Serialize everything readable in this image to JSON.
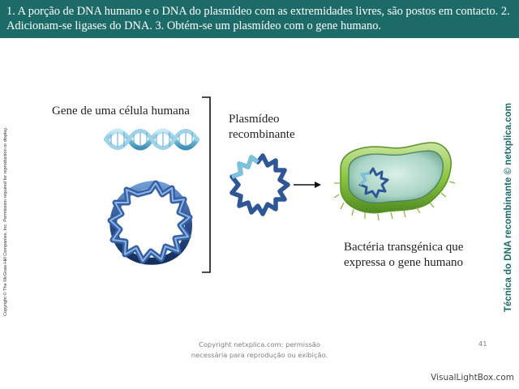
{
  "header": {
    "text": "1. A porção de DNA humano e o DNA do plasmídeo com as extremidades livres, são postos em contacto. 2. Adicionam-se ligases do DNA. 3. Obtém-se um plasmídeo com o gene humano."
  },
  "side": {
    "copyright": "Copyright © The McGraw-Hill Companies, Inc. Permission required for reproduction or display.",
    "title": "Técnica do DNA recombinante © netxplica.com"
  },
  "figure": {
    "gene_label": "Gene de uma célula humana",
    "plasmid_label_line1": "Plasmídeo",
    "plasmid_label_line2": "recombinante",
    "bacteria_label_line1": "Bactéria transgénica que",
    "bacteria_label_line2": "expressa o gene humano"
  },
  "footer": {
    "line1": "Copyright netxplica.com: permissão",
    "line2": "necessária para reprodução ou exibição.",
    "page_number": "41"
  },
  "watermark": "VisualLightBox.com",
  "colors": {
    "header_bg": "#1d6b69",
    "dna_dark": "#2c4f8c",
    "dna_light": "#7cc2dd",
    "bacteria_green": "#8cc63f"
  }
}
